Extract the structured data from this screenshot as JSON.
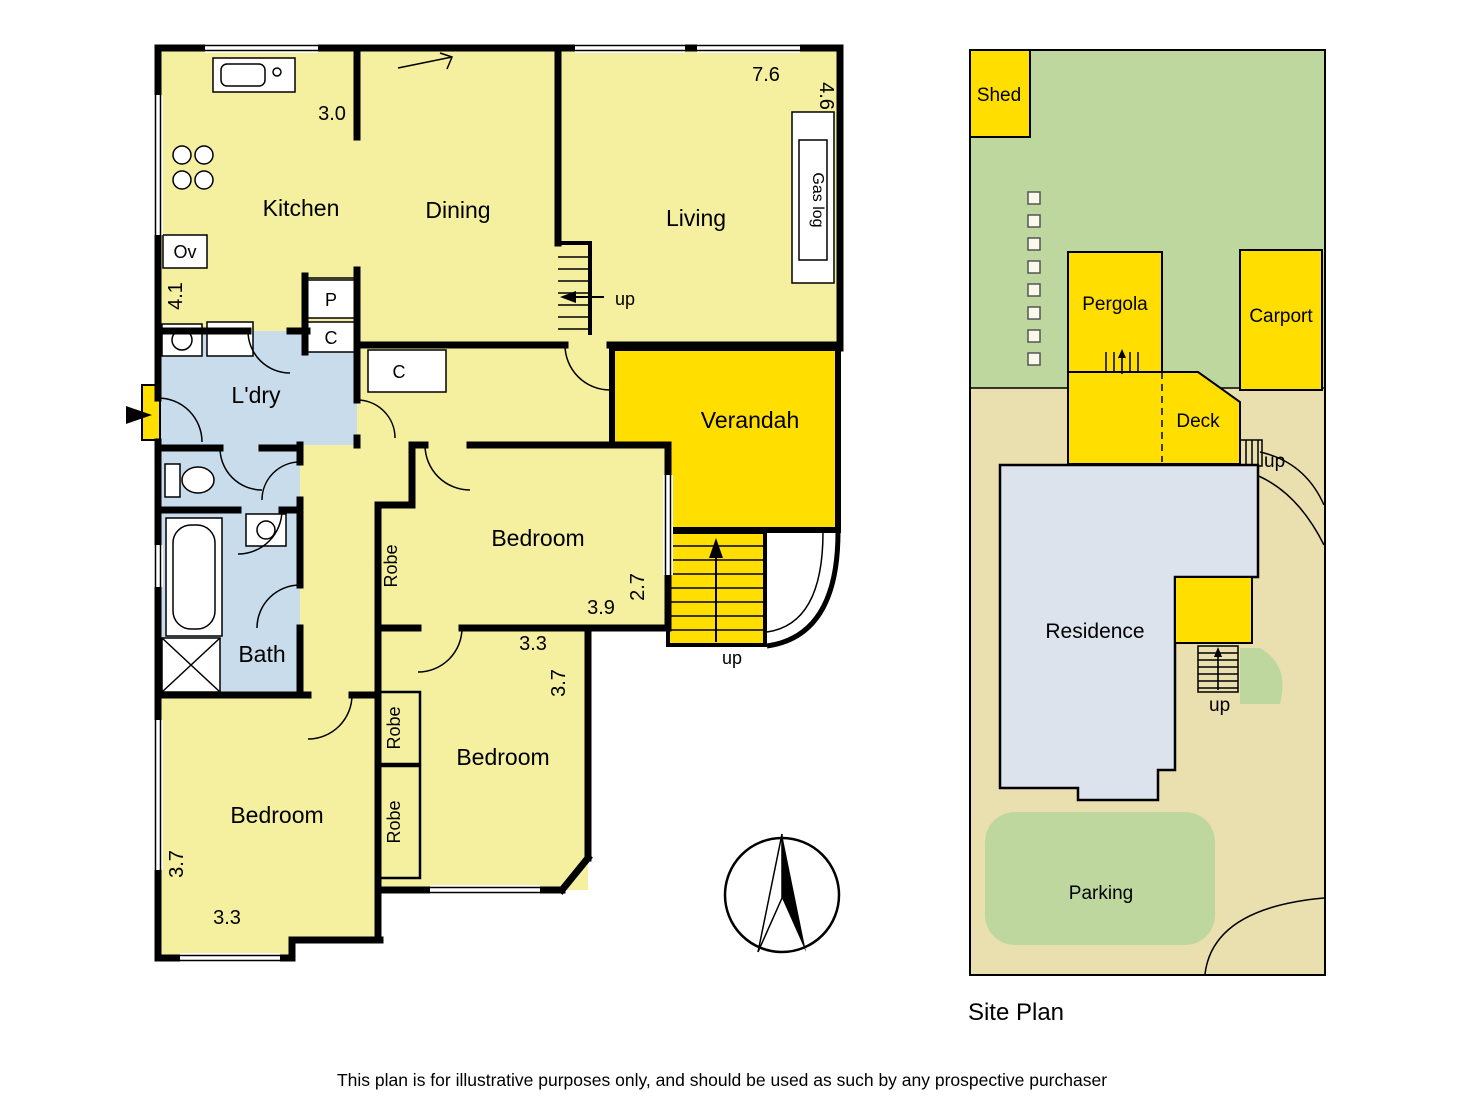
{
  "floor_plan": {
    "labels": {
      "kitchen": "Kitchen",
      "dining": "Dining",
      "living": "Living",
      "laundry": "L'dry",
      "bath": "Bath",
      "verandah": "Verandah",
      "bedroom_1": "Bedroom",
      "bedroom_2": "Bedroom",
      "bedroom_3": "Bedroom",
      "robe_1": "Robe",
      "robe_2": "Robe",
      "robe_3": "Robe",
      "oven": "Ov",
      "pantry": "P",
      "cupboard_1": "C",
      "cupboard_2": "C",
      "gas_log": "Gas log",
      "stairs_up_internal": "up",
      "stairs_up_verandah": "up"
    },
    "dimensions": {
      "kitchen_width": "3.0",
      "living_width": "7.6",
      "living_depth": "4.6",
      "kitchen_depth": "4.1",
      "bedroom_1_width": "3.9",
      "bedroom_1_depth": "2.7",
      "bedroom_2_width": "3.3",
      "bedroom_2_depth": "3.7",
      "bedroom_3_depth": "3.7",
      "bedroom_3_width": "3.3"
    }
  },
  "site_plan": {
    "title": "Site Plan",
    "labels": {
      "shed": "Shed",
      "pergola": "Pergola",
      "carport": "Carport",
      "deck": "Deck",
      "deck_up": "up",
      "residence": "Residence",
      "stairs_up": "up",
      "parking": "Parking"
    }
  },
  "footer": {
    "disclaimer": "This plan is for illustrative purposes only, and should be used as such by any prospective purchaser"
  },
  "colors": {
    "room_yellow": "#F5EFA0",
    "highlight_yellow": "#FFDE00",
    "wet_blue": "#C9DCEC",
    "garden_green": "#BDD79E",
    "ground_tan": "#EADFAE",
    "residence_fill": "#DCE3EC",
    "wall_black": "#000000"
  }
}
